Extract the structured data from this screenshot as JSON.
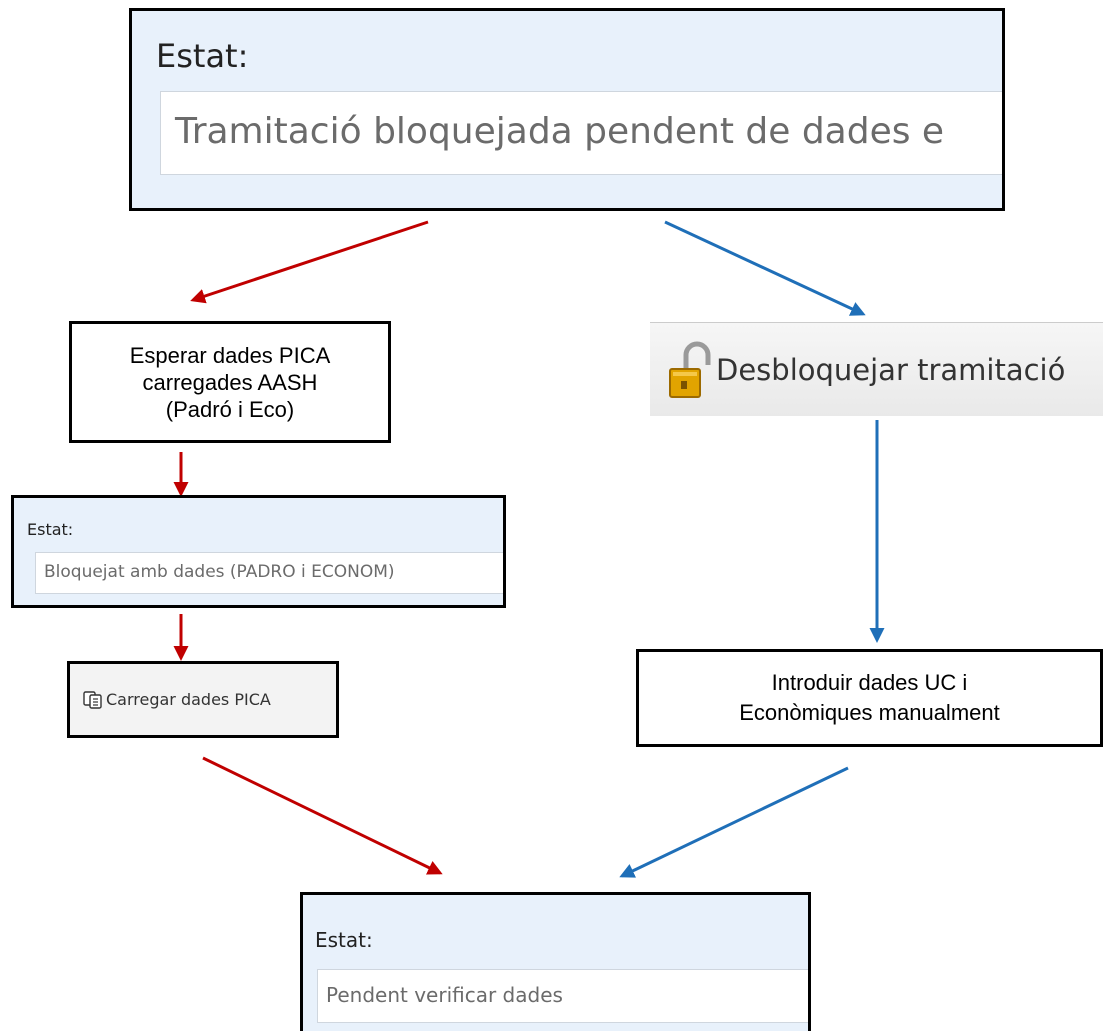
{
  "colors": {
    "red_path": "#c00000",
    "blue_path": "#1f6fb8",
    "panel_bg": "#e8f1fb"
  },
  "top_state": {
    "label": "Estat:",
    "value": "Tramitació bloquejada pendent de dades e"
  },
  "left_branch": {
    "wait_note": "Esperar dades PICA\ncarregades AASH\n(Padró i Eco)",
    "state": {
      "label": "Estat:",
      "value": "Bloquejat amb dades (PADRO i ECONOM)"
    },
    "load_button": {
      "label": "Carregar dades PICA",
      "icon": "copy-documents-icon"
    }
  },
  "right_branch": {
    "unlock_button": {
      "label": "Desbloquejar tramitació",
      "icon": "padlock-open-icon"
    },
    "manual_note": "Introduir dades UC i\nEconòmiques manualment"
  },
  "final_state": {
    "label": "Estat:",
    "value": "Pendent verificar dades"
  }
}
